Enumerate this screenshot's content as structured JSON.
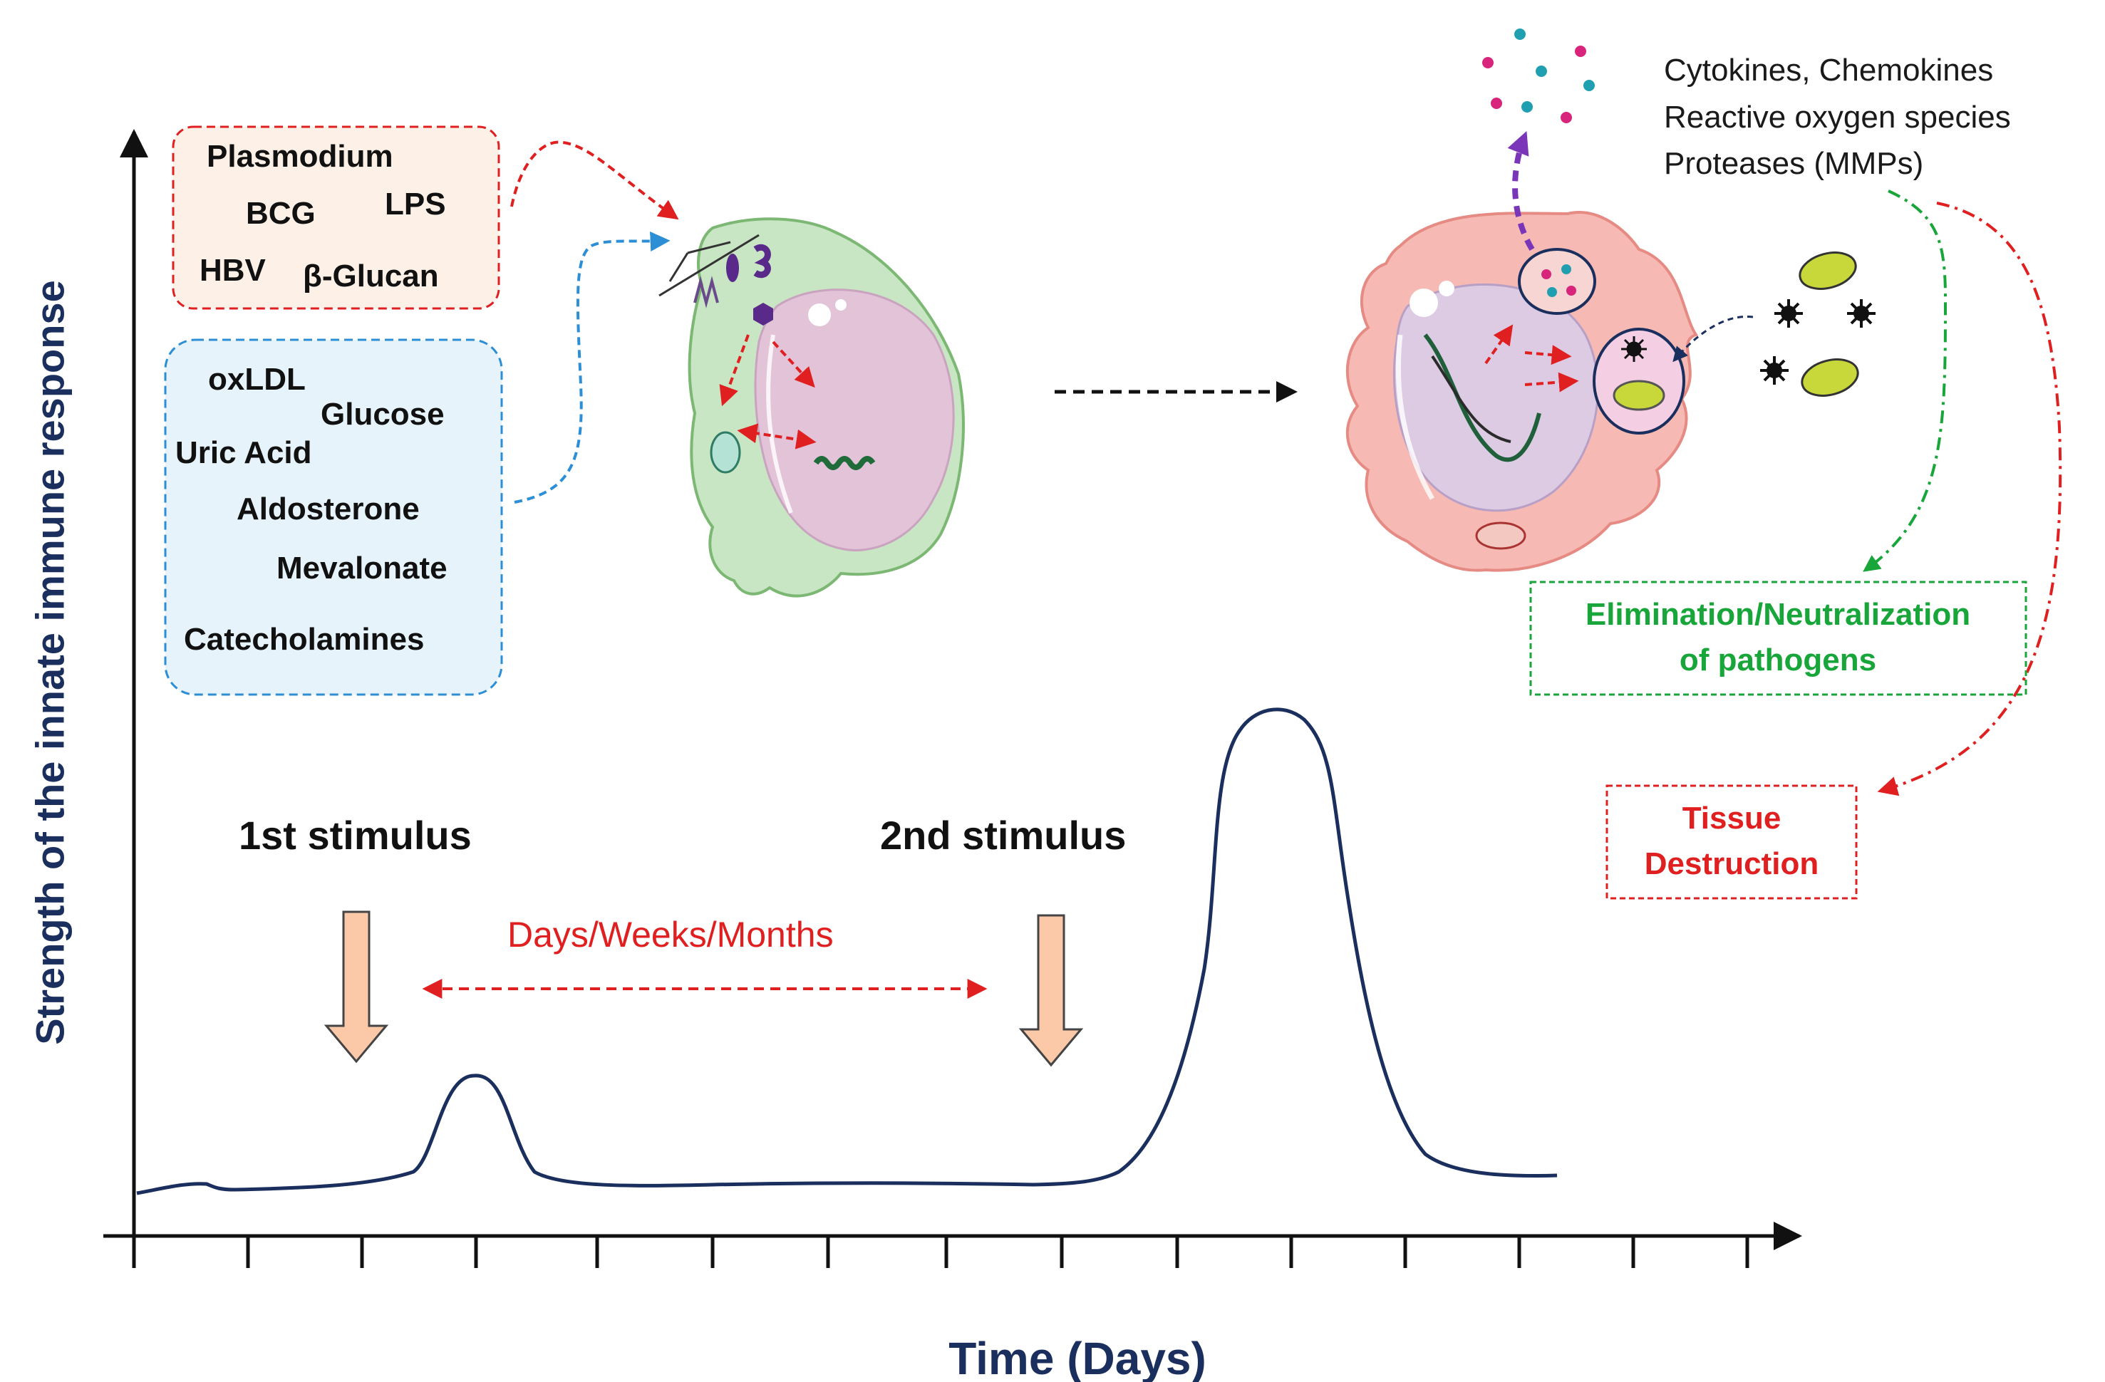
{
  "axes": {
    "y_label": "Strength of the innate immune response",
    "x_label": "Time (Days)"
  },
  "first_stimuli": [
    "Plasmodium",
    "LPS",
    "BCG",
    "HBV",
    "β-Glucan"
  ],
  "endogenous_stimuli": [
    "oxLDL",
    "Glucose",
    "Uric Acid",
    "Aldosterone",
    "Mevalonate",
    "Catecholamines"
  ],
  "mediators": [
    "Cytokines, Chemokines",
    "Reactive oxygen species",
    "Proteases (MMPs)"
  ],
  "outcomes": {
    "elimination_line1": "Elimination/Neutralization",
    "elimination_line2": "of pathogens",
    "tissue_line1": "Tissue",
    "tissue_line2": "Destruction"
  },
  "timeline": {
    "first_stimulus": "1st stimulus",
    "second_stimulus": "2nd stimulus",
    "interval": "Days/Weeks/Months"
  },
  "colors": {
    "axis": "#1b2f5e",
    "curve": "#1b2f5e",
    "exogenous_box_fill": "#fdf0e6",
    "exogenous_box_border": "#e02020",
    "endogenous_box_fill": "#e6f3fb",
    "endogenous_box_border": "#2c8fd6",
    "naive_cell": "#c8e6c4",
    "trained_cell": "#f6b9b4",
    "stimulus_arrow": "#fbc8a8",
    "elimination": "#18a53a",
    "destruction": "#e02020"
  }
}
